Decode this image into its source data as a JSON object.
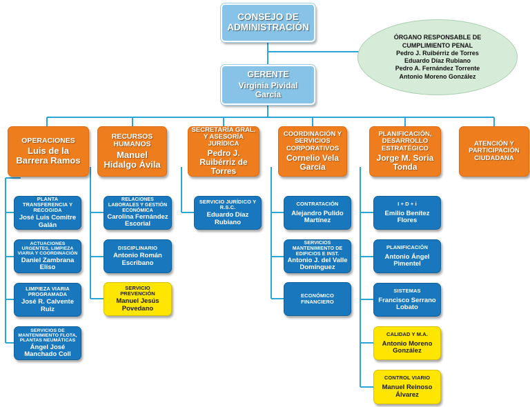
{
  "board": {
    "line1": "CONSEJO DE",
    "line2": "ADMINISTRACIÓN"
  },
  "compliance": {
    "title1": "ÓRGANO RESPONSABLE DE",
    "title2": "CUMPLIMIENTO PENAL",
    "members": [
      "Pedro J. Ruibérriz de Torres",
      "Eduardo Díaz Rubiano",
      "Pedro A. Fernández Torrente",
      "Antonio Moreno González"
    ]
  },
  "manager": {
    "title": "GERENTE",
    "name": "Virginia Pividal García"
  },
  "departments": [
    {
      "title": "OPERACIONES",
      "name": "Luis de la Barrera Ramos"
    },
    {
      "title": "RECURSOS HUMANOS",
      "name": "Manuel Hidalgo Ávila"
    },
    {
      "title": "SECRETARÍA GRAL. Y ASESORÍA JURÍDICA",
      "name": "Pedro J. Ruibérriz de Torres"
    },
    {
      "title": "COORDINACIÓN Y SERVICIOS CORPORATIVOS",
      "name": "Cornelio Vela García"
    },
    {
      "title": "PLANIFICACIÓN, DESARROLLO ESTRATÉGICO",
      "name": "Jorge M. Soria Tonda"
    },
    {
      "title": "ATENCIÓN Y PARTICIPACIÓN CIUDADANA",
      "name": ""
    }
  ],
  "operaciones_units": [
    {
      "title": "PLANTA TRANSFERENCIA Y RECOGIDA",
      "name": "José Luis Comitre Galán"
    },
    {
      "title": "ACTUACIONES URGENTES, LIMPIEZA VIARIA Y COORDINACIÓN",
      "name": "Daniel Zambrana Eliso"
    },
    {
      "title": "LIMPIEZA VIARIA PROGRAMADA",
      "name": "José R. Calvente Ruiz"
    },
    {
      "title": "SERVICIOS DE MANTENIMIENTO FLOTA, PLANTAS NEUMÁTICAS",
      "name": "Ángel José Manchado Coll"
    }
  ],
  "rrhh_units": [
    {
      "title": "RELACIONES LABORALES Y GESTIÓN ECONÓMICA",
      "name": "Carolina Fernández Escorial"
    },
    {
      "title": "DISCIPLINARIO",
      "name": "Antonio Román Escribano"
    },
    {
      "title": "SERVICIO PREVENCIÓN",
      "name": "Manuel Jesús Povedano"
    }
  ],
  "secretaria_units": [
    {
      "title": "SERVICIO JURÍDICO Y R.S.C.",
      "name": "Eduardo Díaz Rubiano"
    }
  ],
  "coordinacion_units": [
    {
      "title": "CONTRATACIÓN",
      "name": "Alejandro Pulido Martínez"
    },
    {
      "title": "SERVICIOS MANTENIMIENTO DE EDIFICIOS E INST.",
      "name": "Antonio J. del Valle Domínguez"
    },
    {
      "title": "ECONÓMICO FINANCIERO",
      "name": ""
    }
  ],
  "planificacion_units": [
    {
      "title": "I + D + i",
      "name": "Emilio Benítez Flores"
    },
    {
      "title": "PLANIFICACIÓN",
      "name": "Antonio Ángel Pimentel"
    },
    {
      "title": "SISTEMAS",
      "name": "Francisco Serrano Lobato"
    },
    {
      "title": "CALIDAD Y M.A.",
      "name": "Antonio Moreno González"
    },
    {
      "title": "CONTROL VIARIO",
      "name": "Manuel Reinoso Álvarez"
    }
  ],
  "colors": {
    "top_box": "#87c3e6",
    "department": "#ee7d1e",
    "unit": "#1978bd",
    "highlight_unit": "#ffe600",
    "connector": "#2aa6d6",
    "compliance_bg": "#d6ecd9"
  }
}
